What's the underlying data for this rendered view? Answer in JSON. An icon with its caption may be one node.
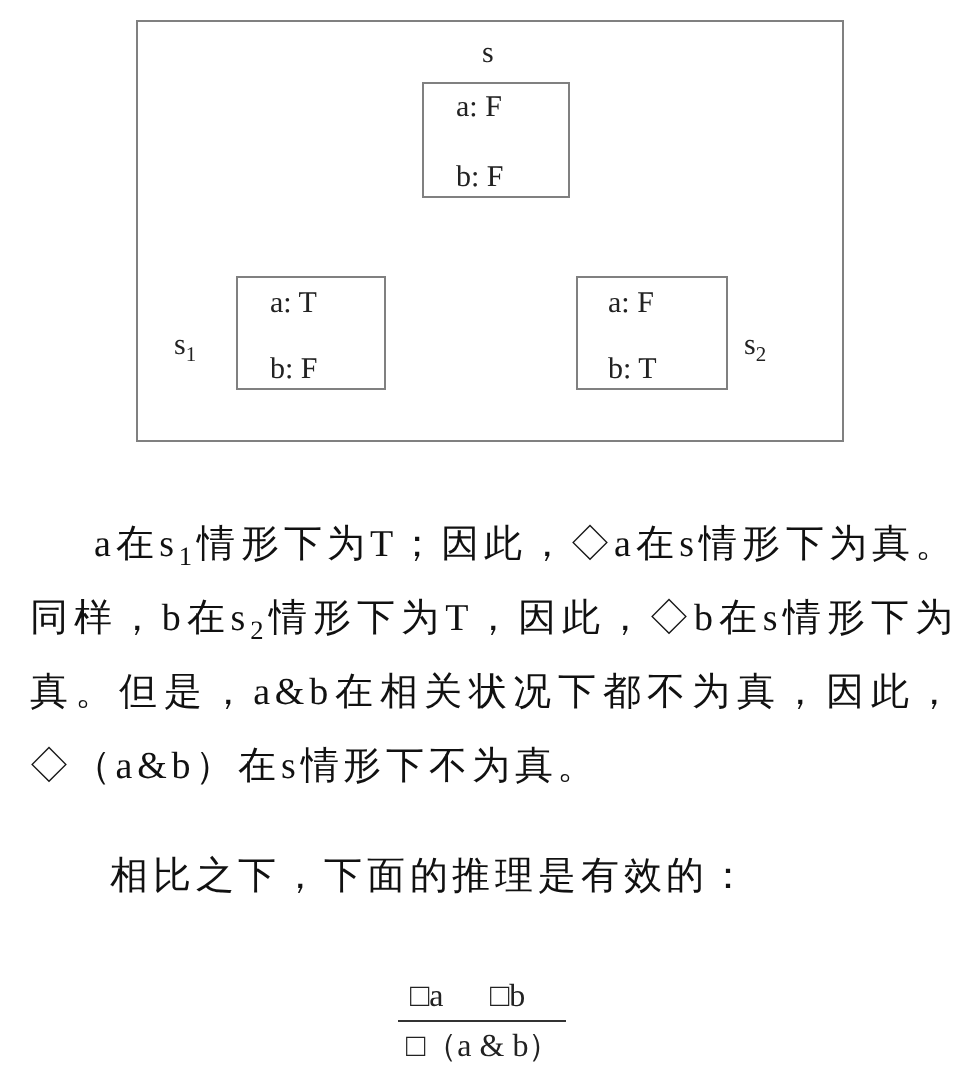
{
  "diagram": {
    "nodes": [
      {
        "text": [],
        "shape": "box"
      },
      {
        "text": [
          "a: F",
          "b: F"
        ],
        "beside": [
          "s"
        ],
        "in": 0
      },
      {
        "text": [
          "a: T",
          "b: F"
        ],
        "beside": [
          "s$_{1}$"
        ],
        "in": 0
      },
      {
        "text": [
          "a: F",
          "b: T"
        ],
        "beside": [
          "s$_{2}$"
        ],
        "in": 0
      }
    ],
    "labels": [
      "a在s$_{1}$情形下为T；因此，◇a在s情形下为真。同样，b在s$_{2}$情形下为T，因此，◇b在s情形下为真。但是，a&b在相关状况下都不为真，因此，◇（a&b）在s情形下不为真。",
      "相比之下，下面的推理是有效的：",
      "□a",
      "□b",
      "□（a & b）"
    ]
  }
}
